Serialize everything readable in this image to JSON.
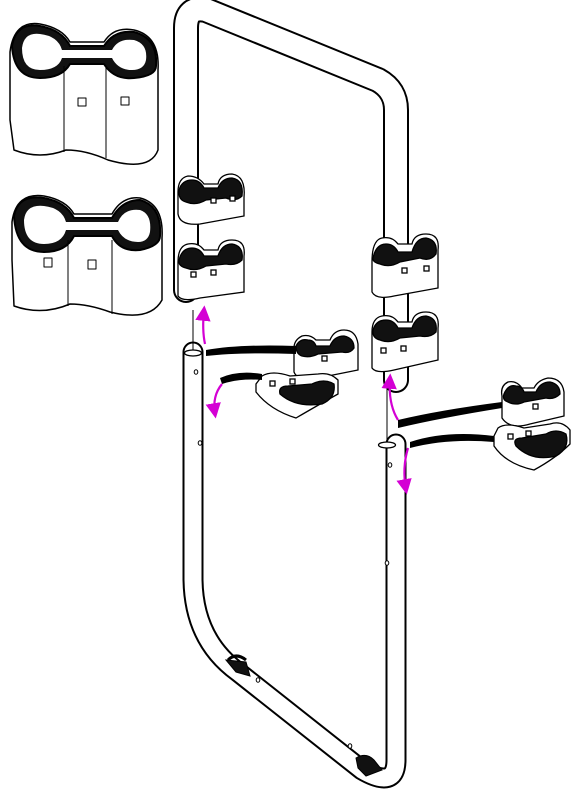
{
  "diagram": {
    "kind": "assembly-illustration",
    "colors": {
      "background": "#ffffff",
      "line": "#000000",
      "arrow": "#d400d4",
      "tube_fill": "#ffffff",
      "rubber_band": "#111111"
    },
    "parts": [
      {
        "name": "upper-u-frame",
        "icon": "tube-frame"
      },
      {
        "name": "lower-left-tube",
        "icon": "tube"
      },
      {
        "name": "lower-right-tube",
        "icon": "tube"
      },
      {
        "name": "bottom-crossbar",
        "icon": "tube-with-end-caps"
      },
      {
        "name": "double-clamp",
        "icon": "figure-eight-clamp",
        "count": 6
      },
      {
        "name": "clamp-detail-view",
        "icon": "enlarged-clamp",
        "count": 2
      }
    ],
    "steps": [
      {
        "name": "slide-clamps-down-left",
        "arrow_direction": "up-down"
      },
      {
        "name": "slide-clamps-down-right",
        "arrow_direction": "up-down"
      }
    ]
  }
}
